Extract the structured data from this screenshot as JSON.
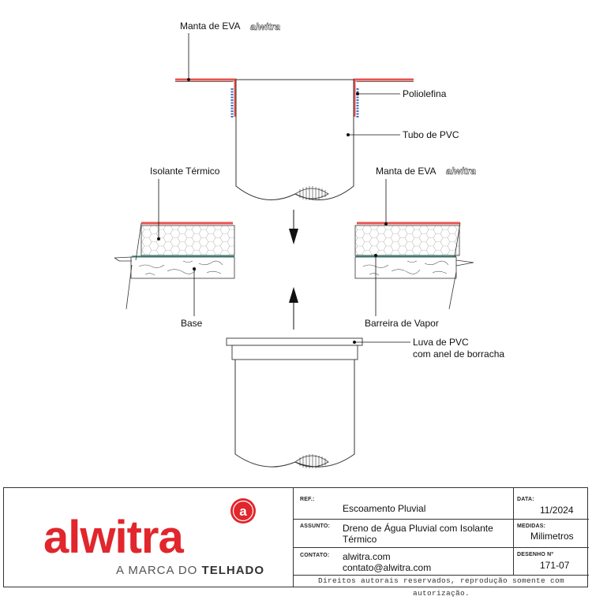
{
  "labels": {
    "manta_top": "Manta de EVA",
    "brand": "alwitra",
    "poliolefina": "Poliolefina",
    "tubo": "Tubo de PVC",
    "isolante": "Isolante Térmico",
    "manta_right": "Manta de EVA",
    "base": "Base",
    "barreira": "Barreira de Vapor",
    "luva_1": "Luva de PVC",
    "luva_2": "com anel de borracha"
  },
  "titleblock": {
    "logo_text": "alwitra",
    "logo_badge": "a",
    "tagline_1": "A MARCA DO",
    "tagline_2": "TELHADO",
    "ref_label": "REF.:",
    "ref_value": "Escoamento Pluvial",
    "data_label": "DATA:",
    "data_value": "11/2024",
    "assunto_label": "ASSUNTO:",
    "assunto_value": "Dreno de Água Pluvial com Isolante Térmico",
    "medidas_label": "MEDIDAS:",
    "medidas_value": "Milimetros",
    "contato_label": "CONTATO:",
    "contato_web": "alwitra.com",
    "contato_email": "contato@alwitra.com",
    "desenho_label": "DESENHO Nº",
    "desenho_value": "171-07",
    "footer": "Direitos autorais reservados, reprodução somente com autorização."
  },
  "colors": {
    "membrane": "#e8534f",
    "membrane_light": "#f4a3a0",
    "polyolefin": "#3f6fc4",
    "vapor_barrier": "#2a9d8f",
    "brand_red": "#e1262c",
    "line": "#333333"
  }
}
